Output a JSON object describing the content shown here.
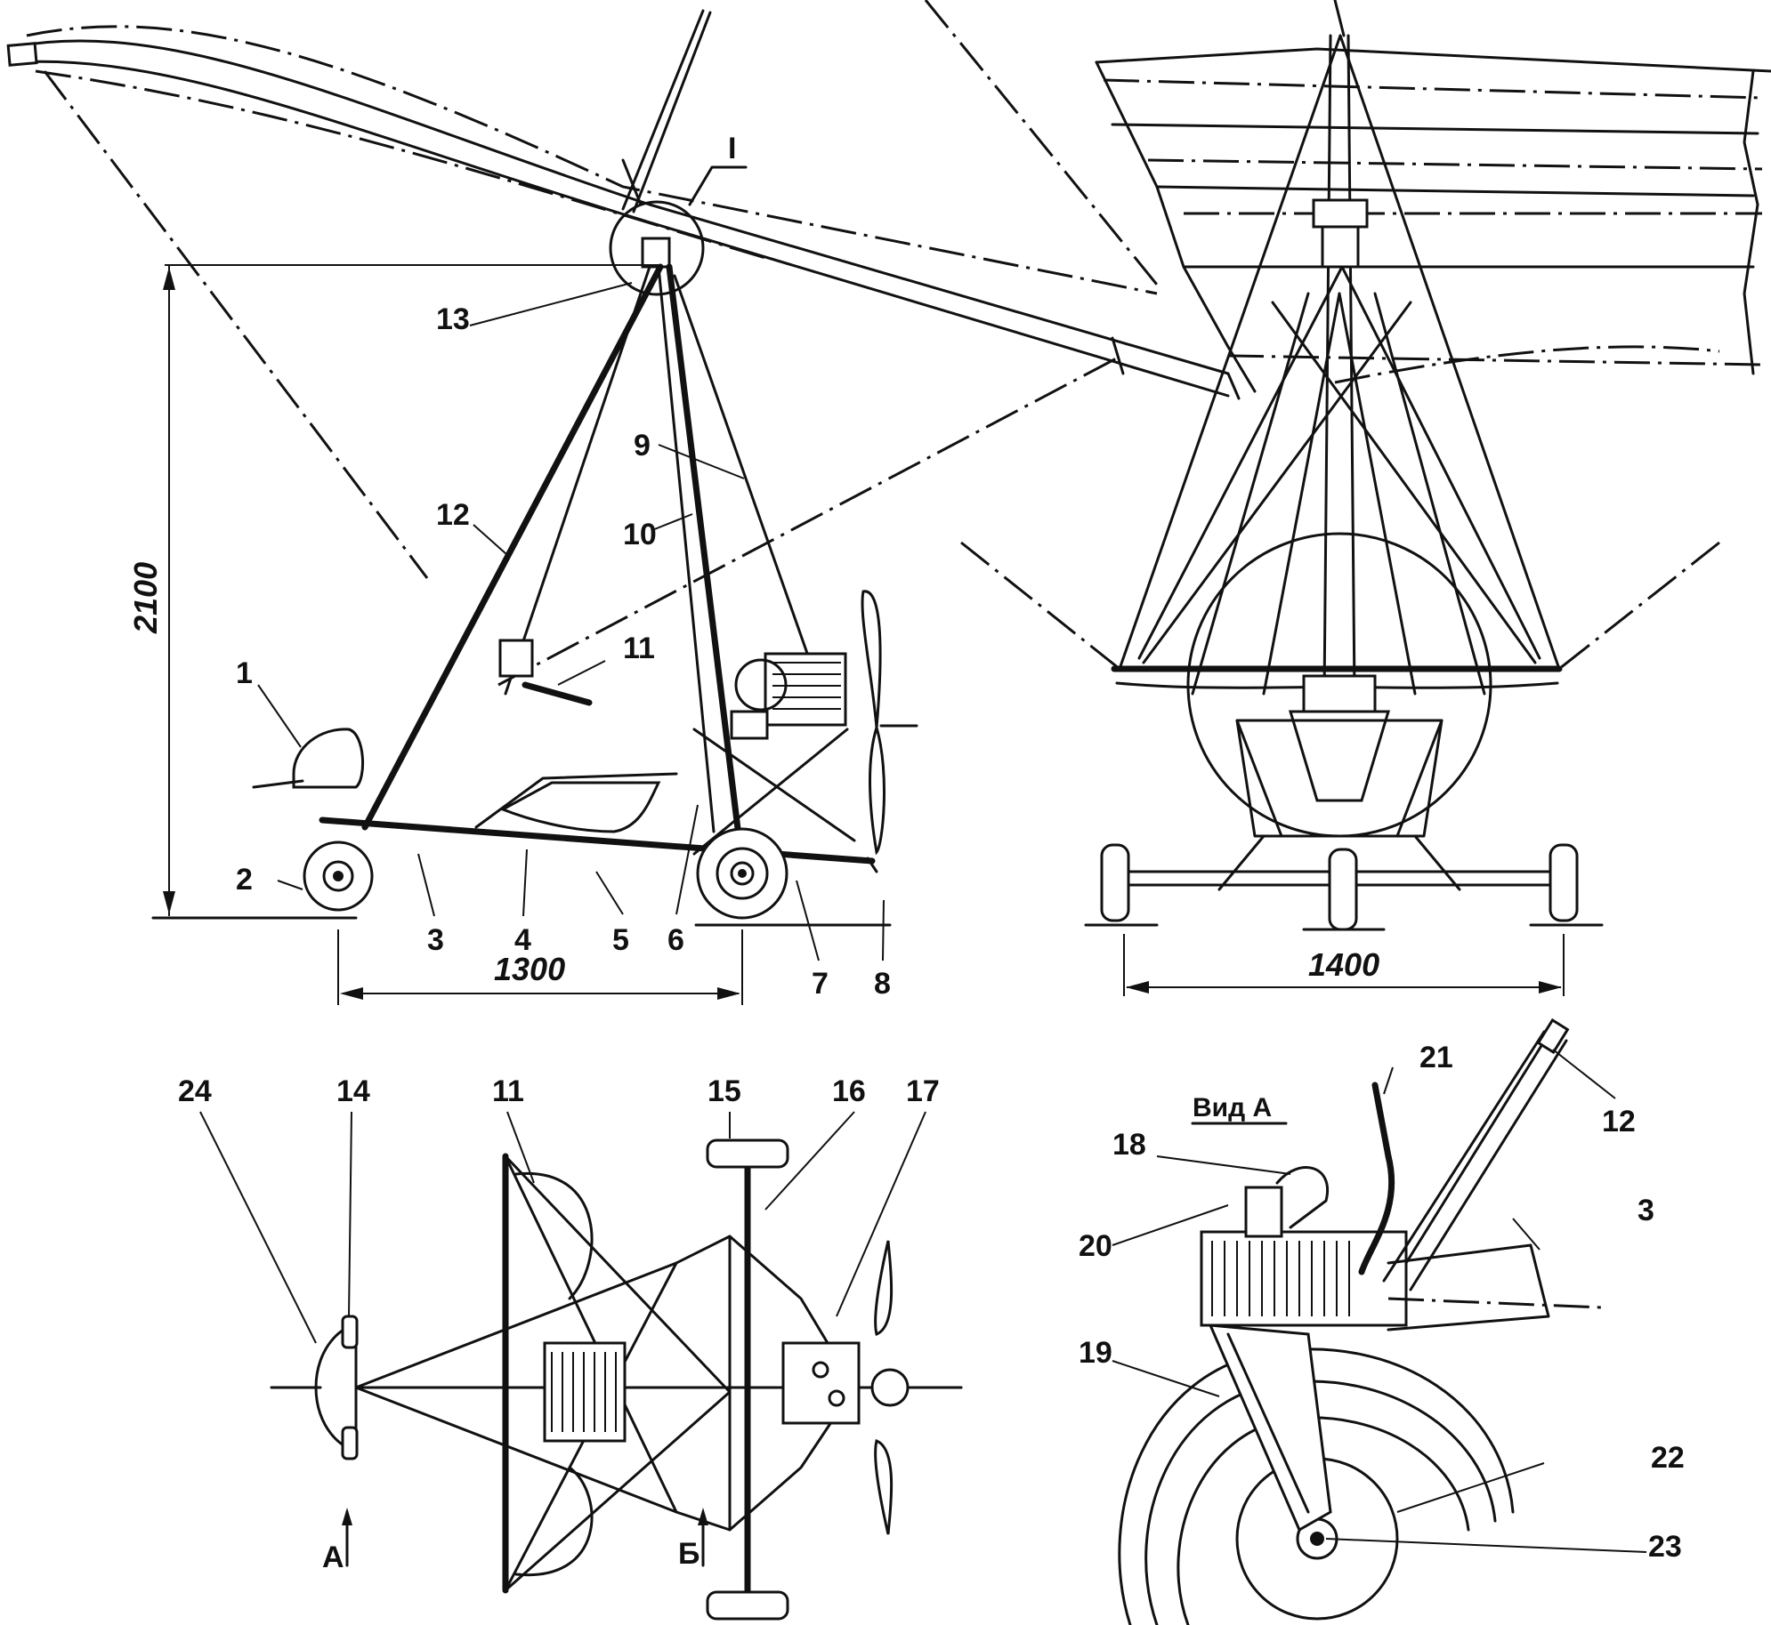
{
  "dimensions": {
    "height": "2100",
    "wheelbase": "1300",
    "track": "1400"
  },
  "view_caption": "Вид А",
  "marker_roman": "I",
  "arrows": {
    "a": "А",
    "b": "Б"
  },
  "side_view_labels": {
    "l1": "1",
    "l2": "2",
    "l3": "3",
    "l4": "4",
    "l5": "5",
    "l6": "6",
    "l7": "7",
    "l8": "8",
    "l9": "9",
    "l10": "10",
    "l11": "11",
    "l12": "12",
    "l13": "13"
  },
  "top_view_labels": {
    "l24": "24",
    "l14": "14",
    "l11": "11",
    "l15": "15",
    "l16": "16",
    "l17": "17"
  },
  "detail_labels": {
    "l21": "21",
    "l12": "12",
    "l18": "18",
    "l20": "20",
    "l3": "3",
    "l19": "19",
    "l22": "22",
    "l23": "23"
  },
  "line_color": "#111111",
  "background_color": "#ffffff"
}
